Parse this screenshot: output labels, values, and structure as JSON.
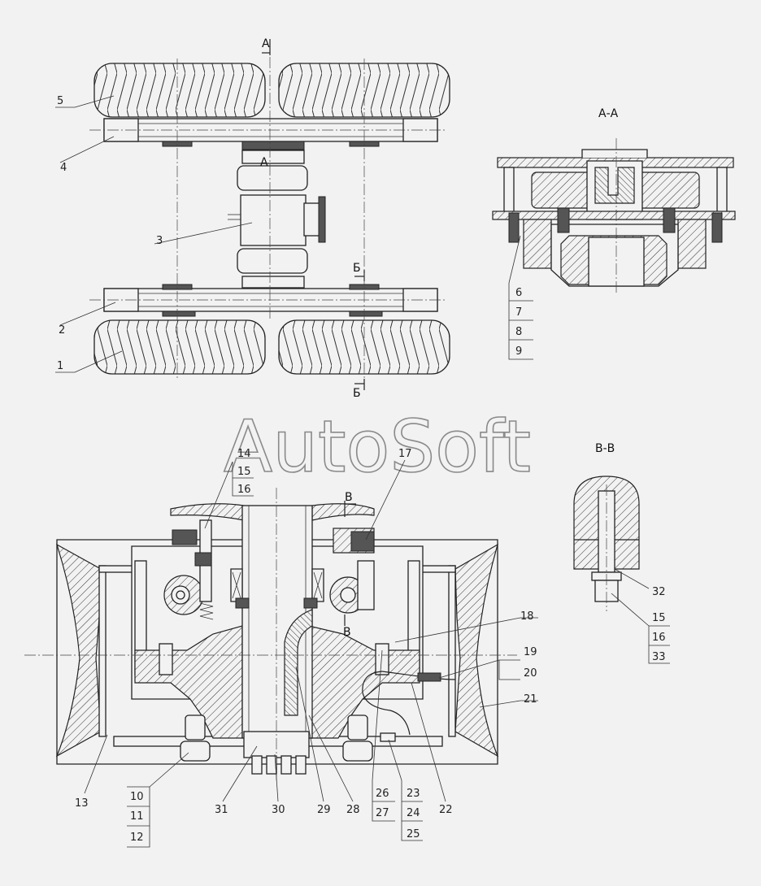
{
  "watermark": "AutoSoft",
  "section_titles": {
    "aa": "А-А",
    "bb": "В-В"
  },
  "cut_marks": {
    "a_top": "А",
    "a_mid": "А",
    "b_top": "Б",
    "b_bottom": "Б",
    "v_top": "В",
    "v_bottom": "В"
  },
  "callouts": {
    "top_view": [
      "1",
      "2",
      "3",
      "4",
      "5"
    ],
    "section_aa": [
      "6",
      "7",
      "8",
      "9"
    ],
    "main_section": [
      "10",
      "11",
      "12",
      "13",
      "14",
      "15",
      "16",
      "17",
      "18",
      "19",
      "20",
      "21",
      "22",
      "23",
      "24",
      "25",
      "26",
      "27",
      "28",
      "29",
      "30",
      "31"
    ],
    "section_bb": [
      "32",
      "15",
      "16",
      "33"
    ]
  }
}
